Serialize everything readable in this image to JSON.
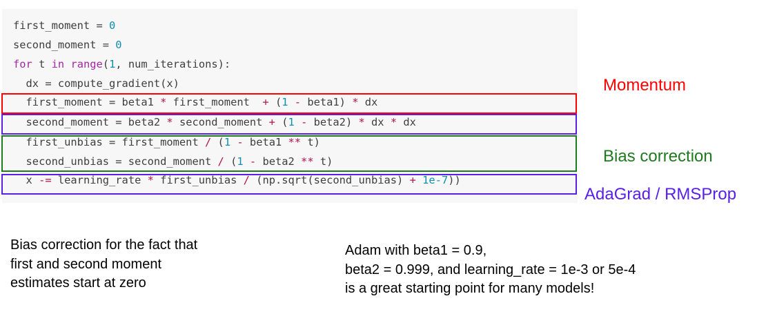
{
  "code": {
    "lines": [
      [
        [
          "first_moment = ",
          ""
        ],
        [
          "0",
          "num"
        ]
      ],
      [
        [
          "second_moment = ",
          ""
        ],
        [
          "0",
          "num"
        ]
      ],
      [
        [
          "for",
          "kw"
        ],
        [
          " t ",
          ""
        ],
        [
          "in",
          "kw"
        ],
        [
          " ",
          ""
        ],
        [
          "range",
          "kw"
        ],
        [
          "(",
          ""
        ],
        [
          "1",
          "num"
        ],
        [
          ", num_iterations):",
          ""
        ]
      ],
      [
        [
          "  dx = compute_gradient(x)",
          ""
        ]
      ],
      [
        [
          "  first_moment = beta1 ",
          ""
        ],
        [
          "*",
          "op"
        ],
        [
          " first_moment  ",
          ""
        ],
        [
          "+",
          "op"
        ],
        [
          " (",
          ""
        ],
        [
          "1",
          "num"
        ],
        [
          " ",
          ""
        ],
        [
          "-",
          "op"
        ],
        [
          " beta1) ",
          ""
        ],
        [
          "*",
          "op"
        ],
        [
          " dx",
          ""
        ]
      ],
      [
        [
          "  second_moment = beta2 ",
          ""
        ],
        [
          "*",
          "op"
        ],
        [
          " second_moment ",
          ""
        ],
        [
          "+",
          "op"
        ],
        [
          " (",
          ""
        ],
        [
          "1",
          "num"
        ],
        [
          " ",
          ""
        ],
        [
          "-",
          "op"
        ],
        [
          " beta2) ",
          ""
        ],
        [
          "*",
          "op"
        ],
        [
          " dx ",
          ""
        ],
        [
          "*",
          "op"
        ],
        [
          " dx",
          ""
        ]
      ],
      [
        [
          "  first_unbias = first_moment ",
          ""
        ],
        [
          "/",
          "op"
        ],
        [
          " (",
          ""
        ],
        [
          "1",
          "num"
        ],
        [
          " ",
          ""
        ],
        [
          "-",
          "op"
        ],
        [
          " beta1 ",
          ""
        ],
        [
          "**",
          "op"
        ],
        [
          " t)",
          ""
        ]
      ],
      [
        [
          "  second_unbias = second_moment ",
          ""
        ],
        [
          "/",
          "op"
        ],
        [
          " (",
          ""
        ],
        [
          "1",
          "num"
        ],
        [
          " ",
          ""
        ],
        [
          "-",
          "op"
        ],
        [
          " beta2 ",
          ""
        ],
        [
          "**",
          "op"
        ],
        [
          " t)",
          ""
        ]
      ],
      [
        [
          "  x ",
          ""
        ],
        [
          "-=",
          "op"
        ],
        [
          " learning_rate ",
          ""
        ],
        [
          "*",
          "op"
        ],
        [
          " first_unbias ",
          ""
        ],
        [
          "/",
          "op"
        ],
        [
          " (np.sqrt(second_unbias) ",
          ""
        ],
        [
          "+",
          "op"
        ],
        [
          " ",
          ""
        ],
        [
          "1e-7",
          "num"
        ],
        [
          "))",
          ""
        ]
      ]
    ]
  },
  "labels": {
    "momentum": "Momentum",
    "bias_correction": "Bias correction",
    "adagrad_rmsprop": "AdaGrad / RMSProp"
  },
  "colors": {
    "momentum": "#ff0000",
    "bias_correction": "#1e7a1e",
    "adagrad_rmsprop": "#5a1fe6"
  },
  "notes": {
    "left": [
      "Bias correction for the fact that",
      "first and second moment",
      "estimates start at zero"
    ],
    "right": [
      "Adam with beta1 = 0.9,",
      "beta2 = 0.999, and learning_rate = 1e-3 or 5e-4",
      "is a great starting point for many models!"
    ]
  }
}
